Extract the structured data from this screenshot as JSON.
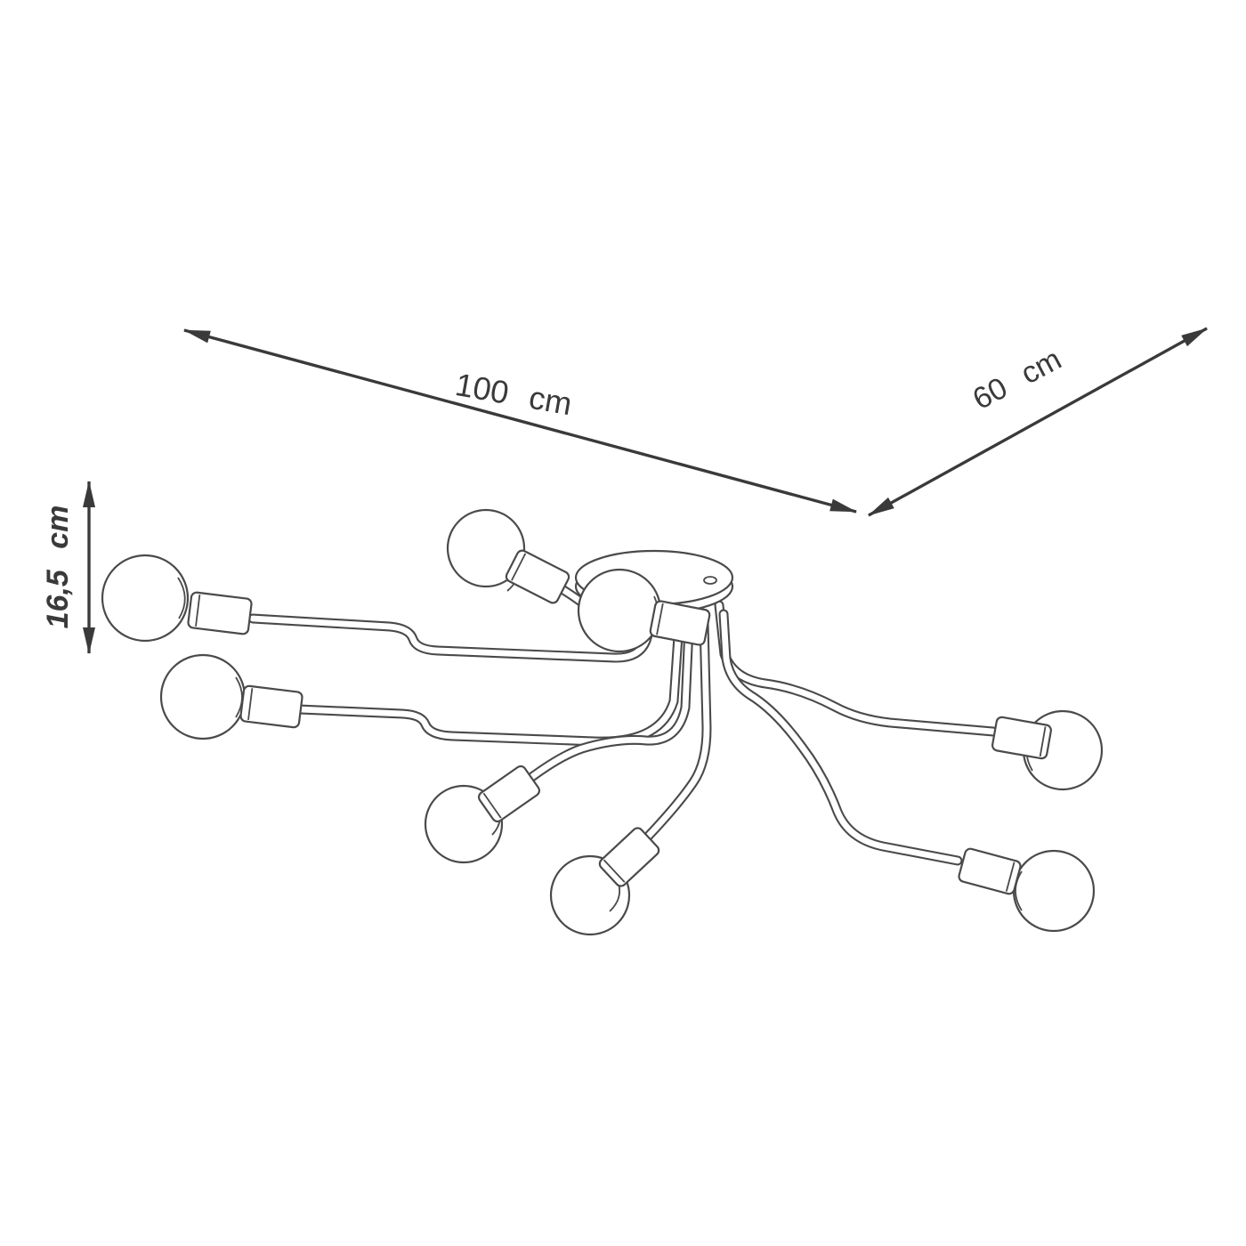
{
  "page": {
    "background_color": "#ffffff",
    "line_color": "#4a4a4a",
    "dimension_color": "#3a3a3a"
  },
  "diagram": {
    "type": "product-dimension-drawing",
    "subject": "8-bulb ceiling lamp line drawing",
    "bulb_count": 8,
    "dimensions": {
      "width_label": "100 cm",
      "depth_label": "60 cm",
      "height_label": "16,5 cm"
    }
  }
}
